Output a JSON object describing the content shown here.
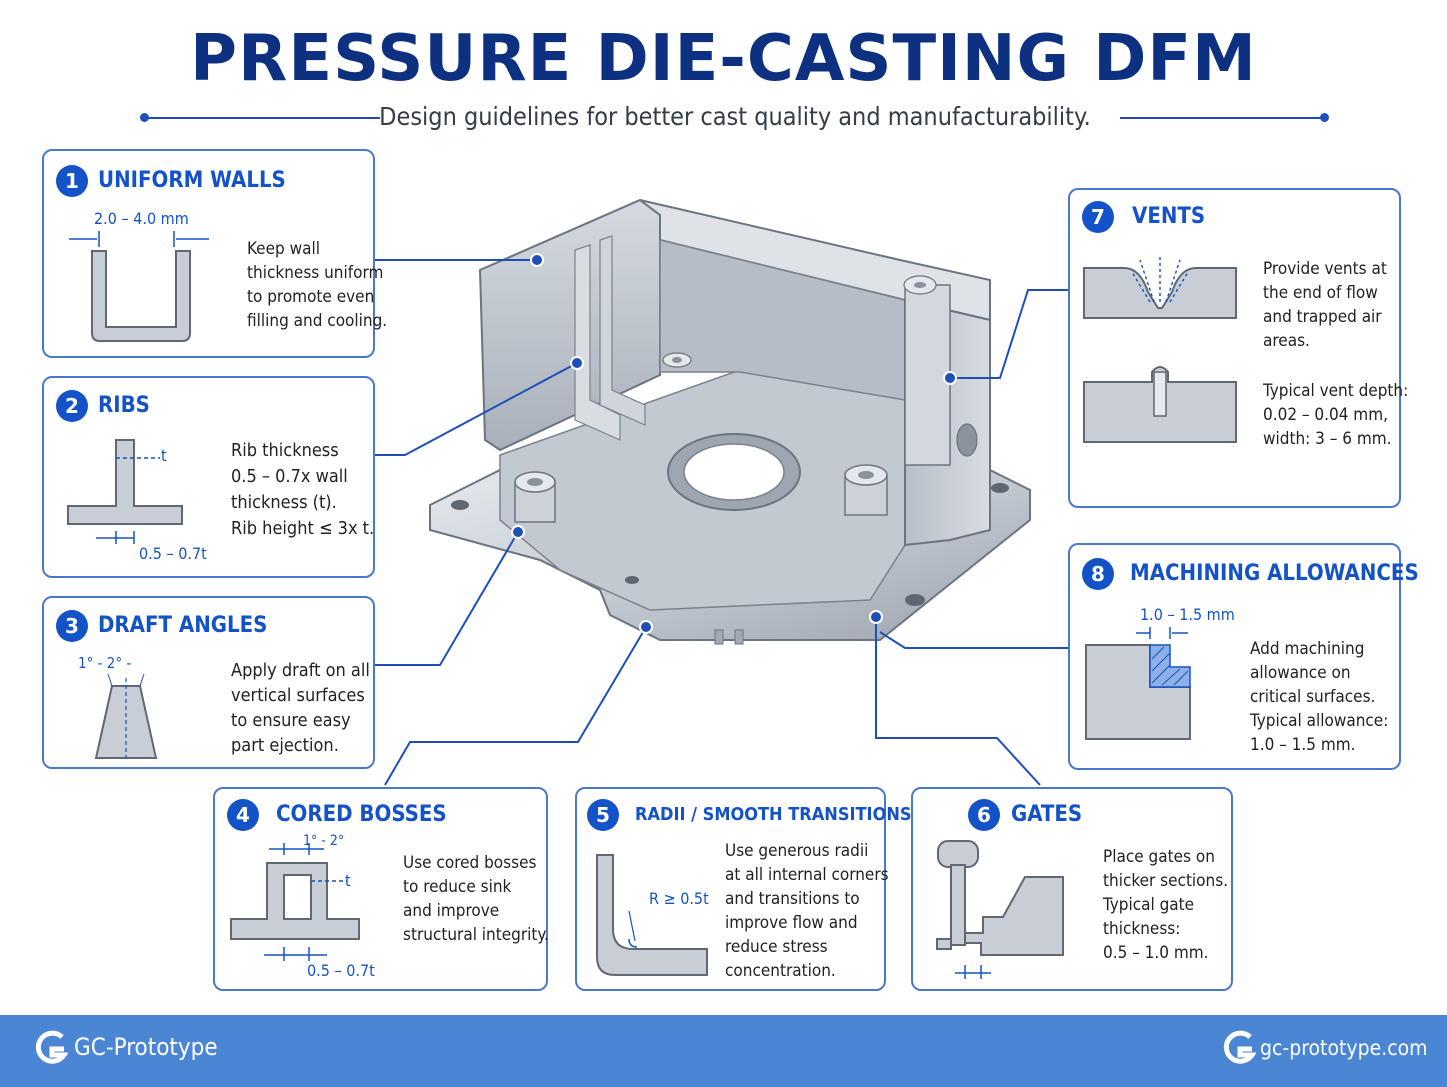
{
  "header": {
    "title": "PRESSURE DIE-CASTING DFM",
    "subtitle": "Design guidelines for better cast quality and manufacturability."
  },
  "colors": {
    "accent": "#1452c8",
    "title": "#0d3180",
    "footer": "#4a86d4",
    "metal": "#c9ced6"
  },
  "cards": {
    "walls": {
      "num": "1",
      "title": "UNIFORM WALLS",
      "dim": "2.0 – 4.0 mm",
      "desc": [
        "Keep wall",
        "thickness uniform",
        "to promote even",
        "filling and cooling."
      ]
    },
    "ribs": {
      "num": "2",
      "title": "RIBS",
      "dim_t": "t",
      "dim": "0.5 – 0.7t",
      "desc": [
        "Rib thickness",
        "0.5 – 0.7x wall",
        "thickness (t).",
        "Rib height ≤ 3x t."
      ]
    },
    "draft": {
      "num": "3",
      "title": "DRAFT ANGLES",
      "dim": "1° - 2° -",
      "desc": [
        "Apply draft on all",
        "vertical surfaces",
        "to ensure easy",
        "part ejection."
      ]
    },
    "bosses": {
      "num": "4",
      "title": "CORED BOSSES",
      "dim_top": "1° - 2°",
      "dim_t": "t",
      "dim": "0.5 – 0.7t",
      "desc": [
        "Use cored bosses",
        "to reduce sink",
        "and improve",
        "structural integrity."
      ]
    },
    "radii": {
      "num": "5",
      "title": "RADII / SMOOTH TRANSITIONS",
      "dim": "R ≥ 0.5t",
      "desc": [
        "Use generous radii",
        "at all internal corners",
        "and transitions to",
        "improve flow and",
        "reduce stress",
        "concentration."
      ]
    },
    "gates": {
      "num": "6",
      "title": "GATES",
      "desc": [
        "Place gates on",
        "thicker sections.",
        "Typical gate",
        "thickness:",
        "0.5 – 1.0 mm."
      ]
    },
    "vents": {
      "num": "7",
      "title": "VENTS",
      "desc1": [
        "Provide vents at",
        "the end of flow",
        "and trapped air",
        "areas."
      ],
      "desc2": [
        "Typical vent depth:",
        "0.02 – 0.04 mm,",
        "width: 3 – 6 mm."
      ]
    },
    "machining": {
      "num": "8",
      "title": "MACHINING ALLOWANCES",
      "dim": "1.0 – 1.5 mm",
      "desc": [
        "Add machining",
        "allowance on",
        "critical surfaces.",
        "Typical allowance:",
        "1.0 – 1.5 mm."
      ]
    }
  },
  "footer": {
    "brand": "GC-Prototype",
    "website": "gc-prototype.com"
  }
}
